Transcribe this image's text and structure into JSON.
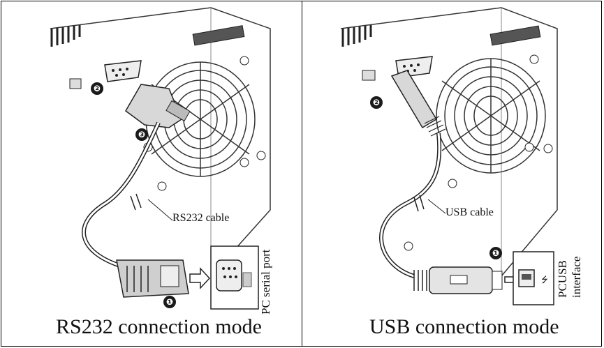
{
  "left_panel": {
    "caption": "RS232 connection mode",
    "cable_label": "RS232 cable",
    "port_label": "PC serial port",
    "markers": [
      "❷",
      "❸",
      "❶"
    ]
  },
  "right_panel": {
    "caption": "USB connection mode",
    "cable_label": "USB cable",
    "port_label_line1": "PCUSB",
    "port_label_line2": "interface",
    "markers": [
      "❷",
      "❶"
    ]
  }
}
